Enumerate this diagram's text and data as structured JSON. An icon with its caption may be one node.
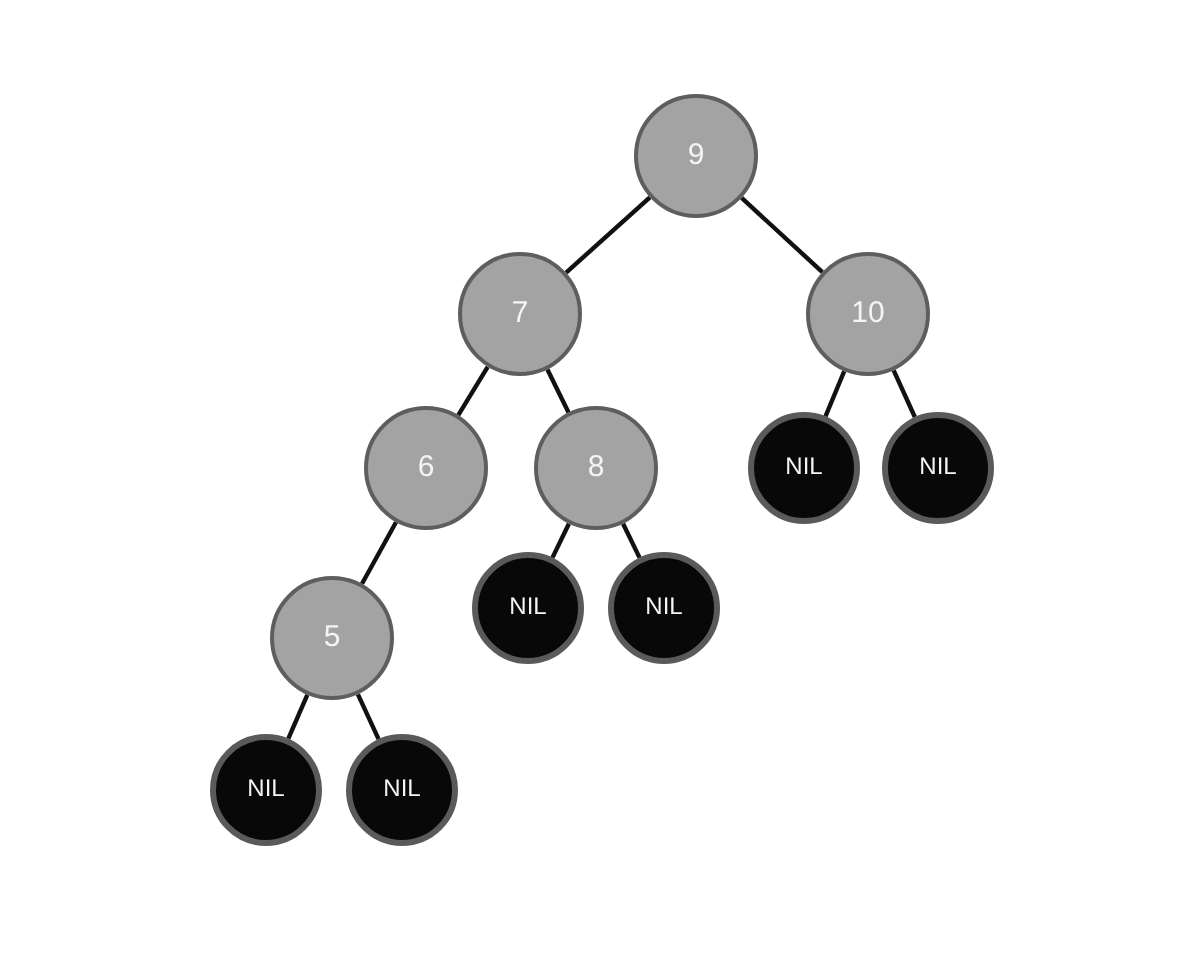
{
  "diagram": {
    "nodes": [
      {
        "text": [
          "9"
        ]
      },
      {
        "text": [
          "7"
        ]
      },
      {
        "text": [
          "10"
        ]
      },
      {
        "text": [
          "6"
        ]
      },
      {
        "text": [
          "8"
        ]
      },
      {
        "text": [
          "NIL"
        ]
      },
      {
        "text": [
          "NIL"
        ]
      },
      {
        "text": [
          "5"
        ]
      },
      {
        "text": [
          "NIL"
        ]
      },
      {
        "text": [
          "NIL"
        ]
      },
      {
        "text": [
          "NIL"
        ]
      },
      {
        "text": [
          "NIL"
        ]
      }
    ],
    "edges": [
      {
        "from": 0,
        "to": 1,
        "arrow": "none"
      },
      {
        "from": 0,
        "to": 2,
        "arrow": "none"
      },
      {
        "from": 1,
        "to": 3,
        "arrow": "none"
      },
      {
        "from": 1,
        "to": 4,
        "arrow": "none"
      },
      {
        "from": 2,
        "to": 5,
        "arrow": "none"
      },
      {
        "from": 2,
        "to": 6,
        "arrow": "none"
      },
      {
        "from": 3,
        "to": 7,
        "arrow": "none"
      },
      {
        "from": 4,
        "to": 8,
        "arrow": "none"
      },
      {
        "from": 4,
        "to": 9,
        "arrow": "none"
      },
      {
        "from": 7,
        "to": 10,
        "arrow": "none"
      },
      {
        "from": 7,
        "to": 11,
        "arrow": "none"
      }
    ]
  }
}
